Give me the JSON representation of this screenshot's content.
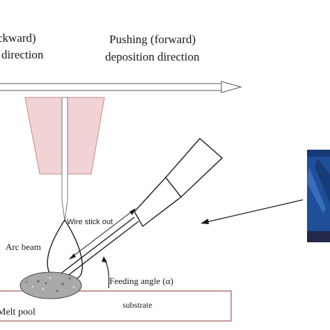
{
  "labels": {
    "backward_line1": "ckward)",
    "backward_line2": "direction",
    "forward_line1": "Pushing (forward)",
    "forward_line2": "deposition direction",
    "wire_stick_out": "Wire stick out",
    "arc_beam": "Arc beam",
    "feeding_angle": "Feeding angle (α)",
    "substrate": "substrate",
    "melt_pool": "Melt pool"
  },
  "colors": {
    "nozzle_fill": "#f2d3d3",
    "nozzle_stroke": "#c48a8a",
    "photo_blue": "#1f4f99",
    "line": "#1a1a1a"
  }
}
